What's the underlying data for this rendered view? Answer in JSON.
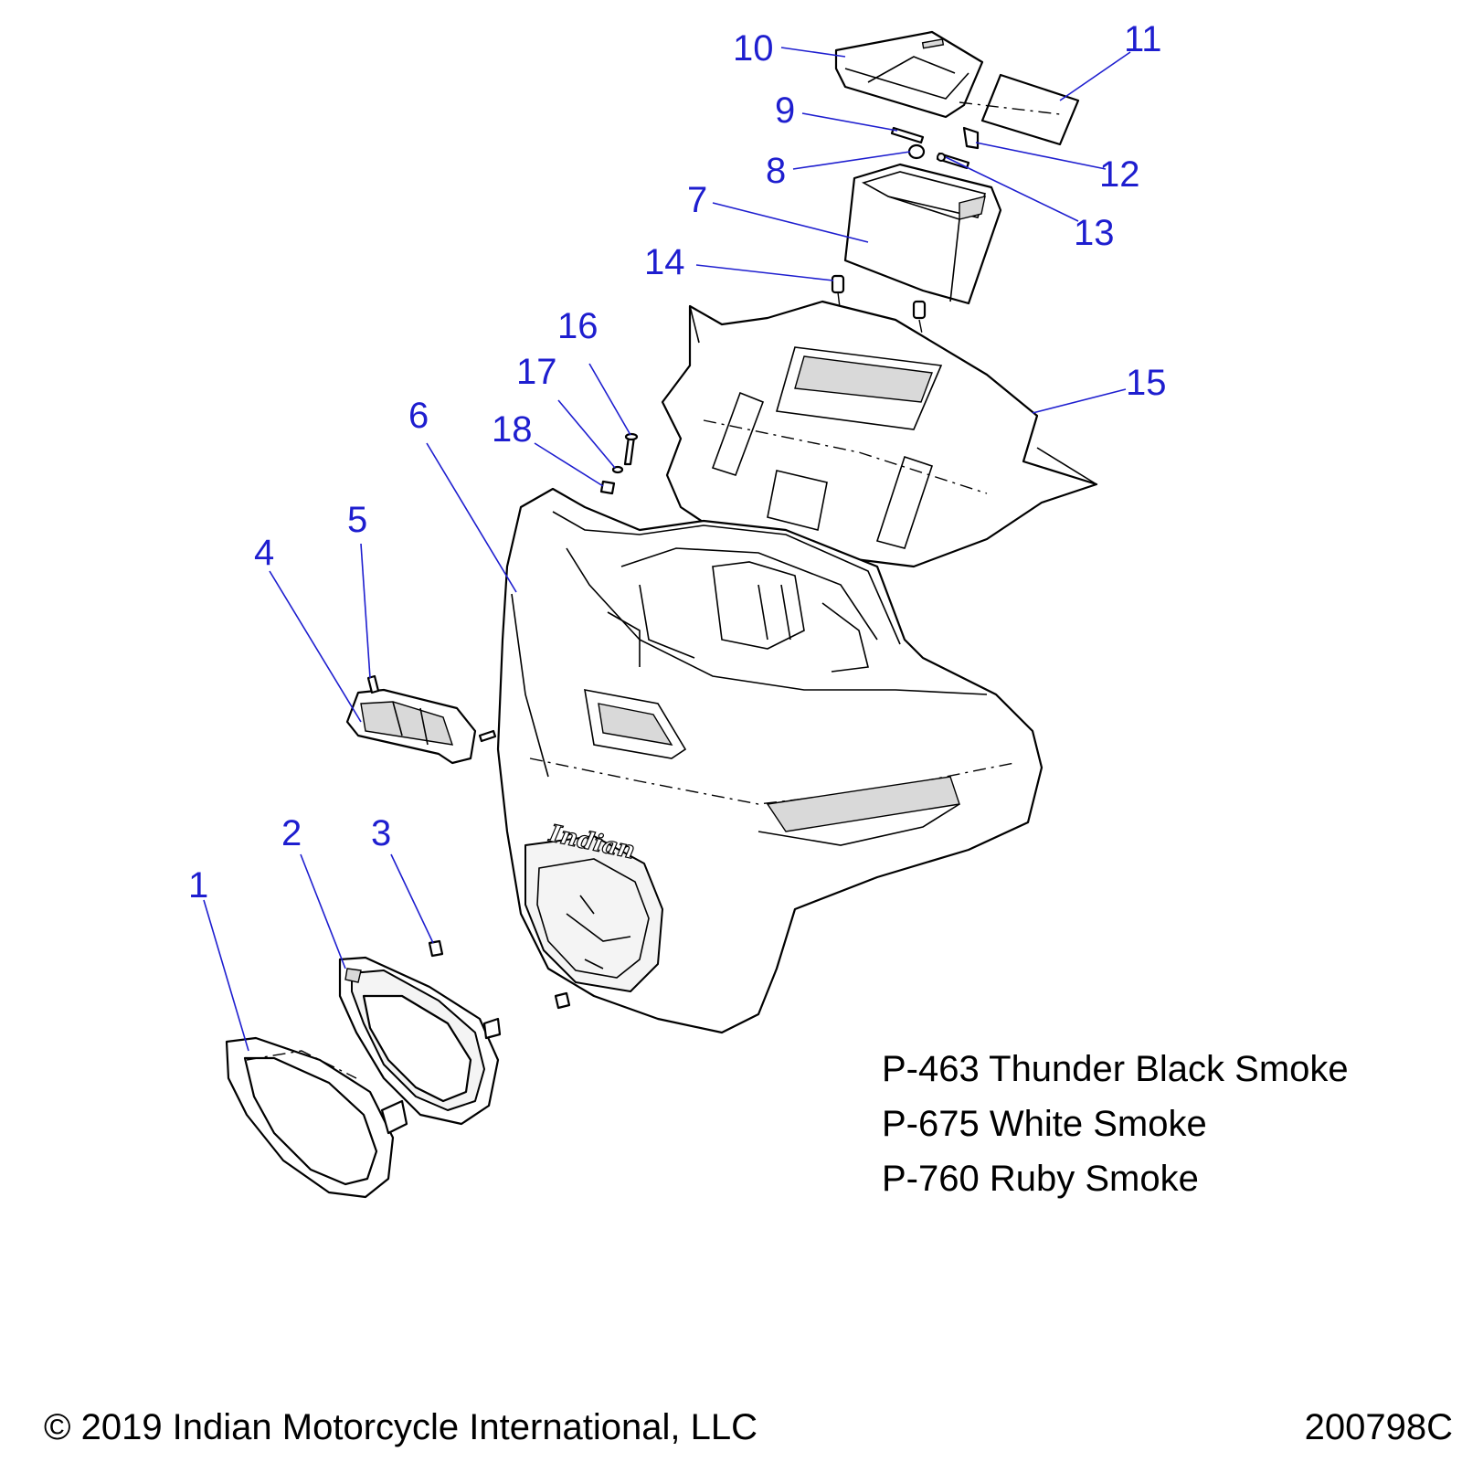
{
  "callouts": [
    "1",
    "2",
    "3",
    "4",
    "5",
    "6",
    "7",
    "8",
    "9",
    "10",
    "11",
    "12",
    "13",
    "14",
    "15",
    "16",
    "17",
    "18"
  ],
  "color_options": [
    "P-463 Thunder Black Smoke",
    "P-675 White Smoke",
    "P-760 Ruby Smoke"
  ],
  "logo_text": "Indian",
  "footer": {
    "copyright": "© 2019 Indian Motorcycle International, LLC",
    "code": "200798C"
  },
  "colors": {
    "callout": "#1e1ecf",
    "line": "#000000"
  }
}
